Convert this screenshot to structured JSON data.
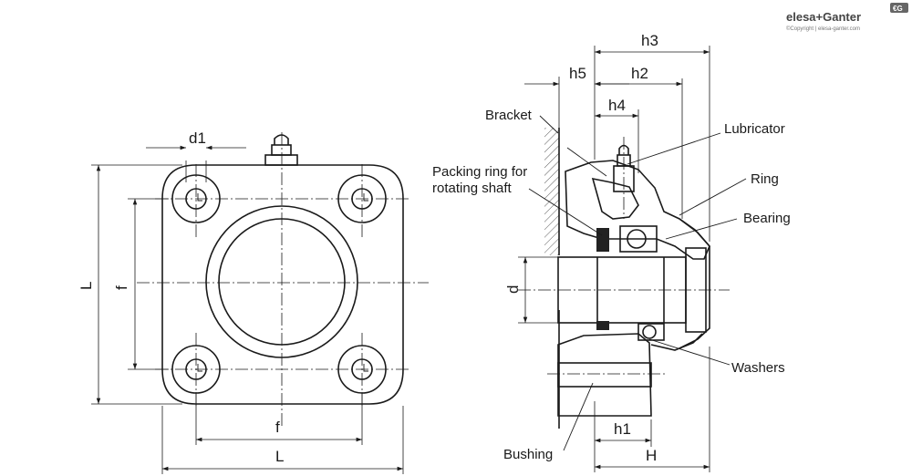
{
  "brand": {
    "logo": "elesa+Ganter",
    "badge": "€G",
    "copyright": "©Copyright | elesa-ganter.com"
  },
  "front_view": {
    "dims": {
      "d1": "d1",
      "f_vertical": "f",
      "L_vertical": "L",
      "f_horizontal": "f",
      "L_horizontal": "L"
    }
  },
  "section_view": {
    "dims": {
      "h3": "h3",
      "h5": "h5",
      "h2": "h2",
      "h4": "h4",
      "d": "d",
      "h1": "h1",
      "H": "H"
    },
    "labels": {
      "bracket": "Bracket",
      "lubricator": "Lubricator",
      "packing_line1": "Packing ring for",
      "packing_line2": "rotating shaft",
      "ring": "Ring",
      "bearing": "Bearing",
      "washers": "Washers",
      "bushing": "Bushing"
    }
  }
}
